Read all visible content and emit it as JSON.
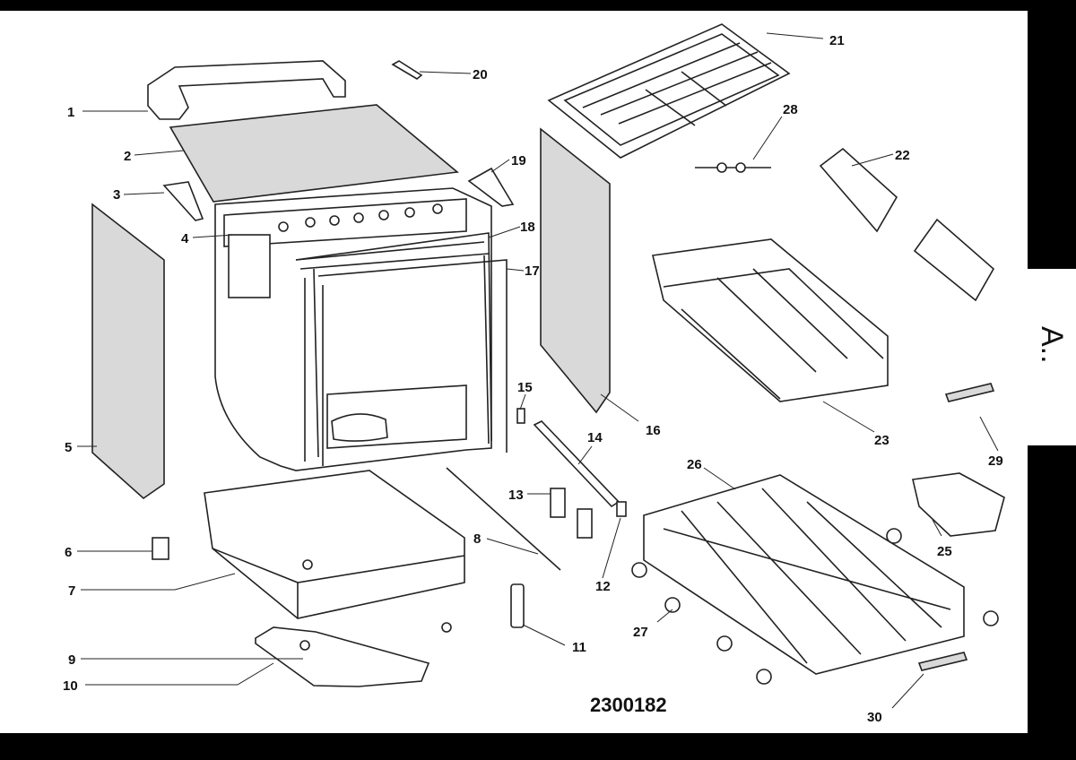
{
  "callouts": [
    {
      "id": "1",
      "label": "1"
    },
    {
      "id": "2",
      "label": "2"
    },
    {
      "id": "3",
      "label": "3"
    },
    {
      "id": "4",
      "label": "4"
    },
    {
      "id": "5",
      "label": "5"
    },
    {
      "id": "6",
      "label": "6"
    },
    {
      "id": "7",
      "label": "7"
    },
    {
      "id": "8",
      "label": "8"
    },
    {
      "id": "9",
      "label": "9"
    },
    {
      "id": "10",
      "label": "10"
    },
    {
      "id": "11",
      "label": "11"
    },
    {
      "id": "12",
      "label": "12"
    },
    {
      "id": "13",
      "label": "13"
    },
    {
      "id": "14",
      "label": "14"
    },
    {
      "id": "15",
      "label": "15"
    },
    {
      "id": "16",
      "label": "16"
    },
    {
      "id": "17",
      "label": "17"
    },
    {
      "id": "18",
      "label": "18"
    },
    {
      "id": "19",
      "label": "19"
    },
    {
      "id": "20",
      "label": "20"
    },
    {
      "id": "21",
      "label": "21"
    },
    {
      "id": "22",
      "label": "22"
    },
    {
      "id": "23",
      "label": "23"
    },
    {
      "id": "25",
      "label": "25"
    },
    {
      "id": "26",
      "label": "26"
    },
    {
      "id": "27",
      "label": "27"
    },
    {
      "id": "28",
      "label": "28"
    },
    {
      "id": "29",
      "label": "29"
    },
    {
      "id": "30",
      "label": "30"
    }
  ],
  "diagram_code": "2300182",
  "side_label": "A..",
  "colors": {
    "background": "#000000",
    "sheet": "#ffffff",
    "line": "#222222",
    "panel_fill": "#d9d9d9"
  }
}
